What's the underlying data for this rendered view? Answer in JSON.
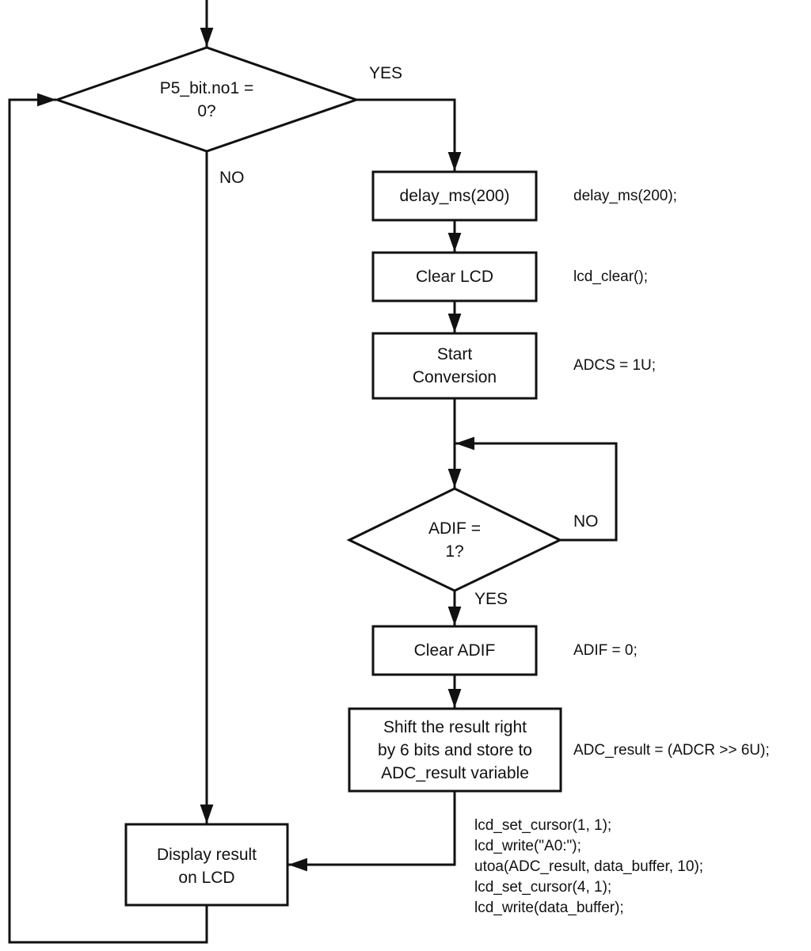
{
  "decision_button": {
    "line1": "P5_bit.no1 =",
    "line2": "0?",
    "yes_label": "YES",
    "no_label": "NO"
  },
  "steps": {
    "delay": {
      "label": "delay_ms(200)",
      "code": "delay_ms(200);"
    },
    "clear_lcd": {
      "label": "Clear LCD",
      "code": "lcd_clear();"
    },
    "start_conversion": {
      "line1": "Start",
      "line2": "Conversion",
      "code": "ADCS = 1U;"
    },
    "clear_adif": {
      "label": "Clear ADIF",
      "code": "ADIF = 0;"
    },
    "shift_result": {
      "line1": "Shift the result right",
      "line2": "by 6 bits and store to",
      "line3": "ADC_result variable",
      "code": "ADC_result = (ADCR >> 6U);"
    },
    "display": {
      "line1": "Display result",
      "line2": "on LCD",
      "code": [
        "lcd_set_cursor(1, 1);",
        "lcd_write(\"A0:\");",
        "utoa(ADC_result, data_buffer, 10);",
        "lcd_set_cursor(4, 1);",
        "lcd_write(data_buffer);"
      ]
    }
  },
  "decision_adif": {
    "line1": "ADIF =",
    "line2": "1?",
    "yes_label": "YES",
    "no_label": "NO"
  },
  "colors": {
    "stroke": "#111111",
    "background": "#ffffff",
    "text": "#111111"
  }
}
